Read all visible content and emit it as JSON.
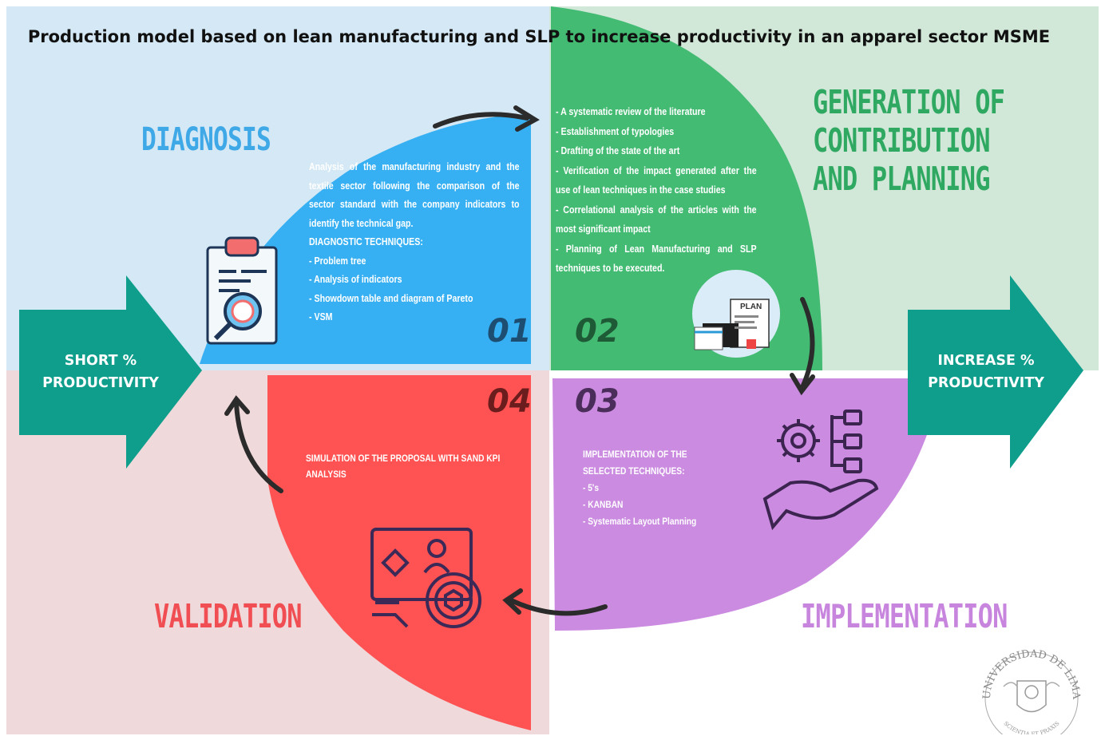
{
  "title": "Production model based on lean manufacturing and SLP to increase productivity in an apparel sector MSME",
  "colors": {
    "diagnosis": "#36b0f2",
    "contribution": "#44bb73",
    "implementation": "#cb8be0",
    "validation": "#ff5252",
    "arrow": "#0f9e8c",
    "tl_bg": "#d4e8f5",
    "tr_bg": "#d1e8d8",
    "bl_bg": "#efd9da"
  },
  "left_arrow": {
    "line1": "SHORT %",
    "line2": "PRODUCTIVITY"
  },
  "right_arrow": {
    "line1": "INCREASE %",
    "line2": "PRODUCTIVITY"
  },
  "phases": {
    "diagnosis": {
      "label": "DIAGNOSIS",
      "number": "01",
      "icon": "clipboard-magnifier-icon",
      "lines": [
        "Analysis of the manufacturing industry and the textile sector following the comparison of the sector standard with the company indicators to identify the technical gap.",
        "DIAGNOSTIC TECHNIQUES:",
        "- Problem tree",
        " - Analysis of indicators",
        "- Showdown table and diagram of Pareto",
        "- VSM"
      ]
    },
    "contribution": {
      "label_line1": "GENERATION OF",
      "label_line2": "CONTRIBUTION",
      "label_line3": "AND PLANNING",
      "number": "02",
      "icon": "plan-document-icon",
      "icon_text": "PLAN",
      "lines": [
        "- A systematic review of the literature",
        "- Establishment of typologies",
        "- Drafting of the state of the art",
        "- Verification of the impact generated after the use of lean techniques in the case studies",
        "- Correlational analysis of the articles with the most significant impact",
        "- Planning of Lean Manufacturing and SLP techniques to be executed."
      ]
    },
    "implementation": {
      "label": "IMPLEMENTATION",
      "number": "03",
      "icon": "gear-hand-hierarchy-icon",
      "lines": [
        "IMPLEMENTATION OF THE SELECTED TECHNIQUES:",
        "- 5's",
        "- KANBAN",
        "- Systematic Layout Planning"
      ]
    },
    "validation": {
      "label": "VALIDATION",
      "number": "04",
      "icon": "simulation-monitor-icon",
      "lines": [
        "SIMULATION OF THE PROPOSAL WITH SAND KPI ANALYSIS"
      ]
    }
  },
  "seal": {
    "text": "UNIVERSIDAD DE LIMA",
    "motto": "SCIENTIA ET PRAXIS",
    "icon": "university-seal-icon"
  }
}
